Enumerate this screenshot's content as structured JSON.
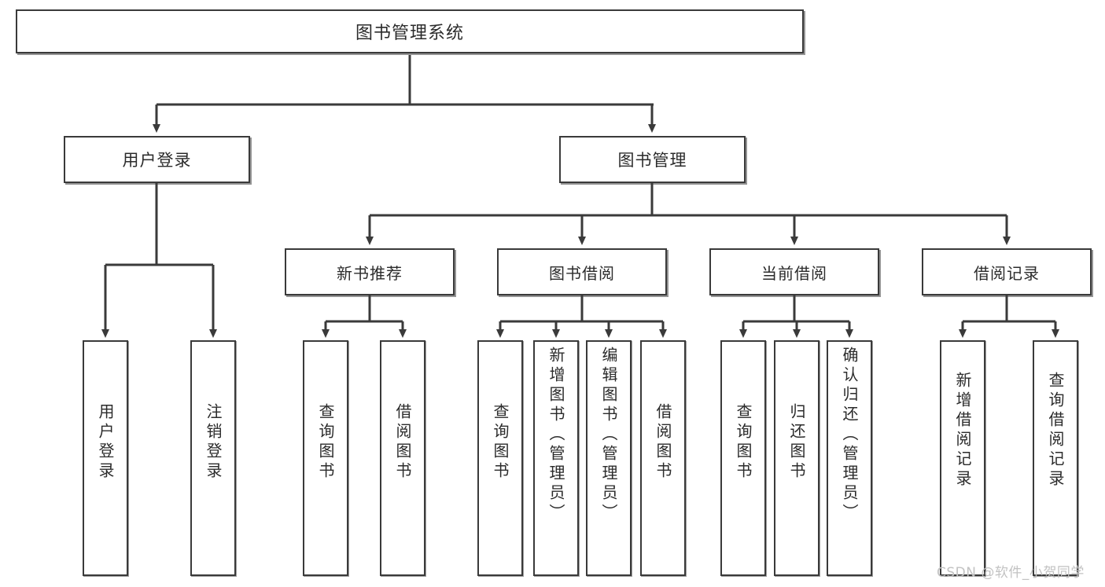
{
  "diagram": {
    "type": "tree-hierarchy",
    "title": "图书管理系统",
    "root": {
      "id": "root",
      "label": "图书管理系统"
    },
    "level2": [
      {
        "id": "user-login",
        "label": "用户登录"
      },
      {
        "id": "book-manage",
        "label": "图书管理"
      }
    ],
    "level3": [
      {
        "id": "new-book-recommend",
        "label": "新书推荐",
        "parent": "book-manage"
      },
      {
        "id": "book-borrow",
        "label": "图书借阅",
        "parent": "book-manage"
      },
      {
        "id": "current-borrow",
        "label": "当前借阅",
        "parent": "book-manage"
      },
      {
        "id": "borrow-record",
        "label": "借阅记录",
        "parent": "book-manage"
      }
    ],
    "leaves": [
      {
        "id": "leaf-user-login",
        "label": "用户登录",
        "parent": "user-login"
      },
      {
        "id": "leaf-logout",
        "label": "注销登录",
        "parent": "user-login"
      },
      {
        "id": "leaf-query-book-1",
        "label": "查询图书",
        "parent": "new-book-recommend"
      },
      {
        "id": "leaf-borrow-book-1",
        "label": "借阅图书",
        "parent": "new-book-recommend"
      },
      {
        "id": "leaf-query-book-2",
        "label": "查询图书",
        "parent": "book-borrow"
      },
      {
        "id": "leaf-add-book",
        "label": "新增图书（管理员）",
        "parent": "book-borrow"
      },
      {
        "id": "leaf-edit-book",
        "label": "编辑图书（管理员）",
        "parent": "book-borrow"
      },
      {
        "id": "leaf-borrow-book-2",
        "label": "借阅图书",
        "parent": "book-borrow"
      },
      {
        "id": "leaf-query-book-3",
        "label": "查询图书",
        "parent": "current-borrow"
      },
      {
        "id": "leaf-return-book",
        "label": "归还图书",
        "parent": "current-borrow"
      },
      {
        "id": "leaf-confirm-return",
        "label": "确认归还（管理员）",
        "parent": "current-borrow"
      },
      {
        "id": "leaf-add-record",
        "label": "新增借阅记录",
        "parent": "borrow-record"
      },
      {
        "id": "leaf-query-record",
        "label": "查询借阅记录",
        "parent": "borrow-record"
      }
    ],
    "colors": {
      "background": "#ffffff",
      "box_border": "#3a3a3a",
      "box_fill": "#ffffff",
      "text": "#2b2b2b",
      "edge": "#3a3a3a",
      "watermark": "#c2c2c2"
    }
  },
  "watermark": {
    "text": "CSDN @软件_小贺同学"
  }
}
